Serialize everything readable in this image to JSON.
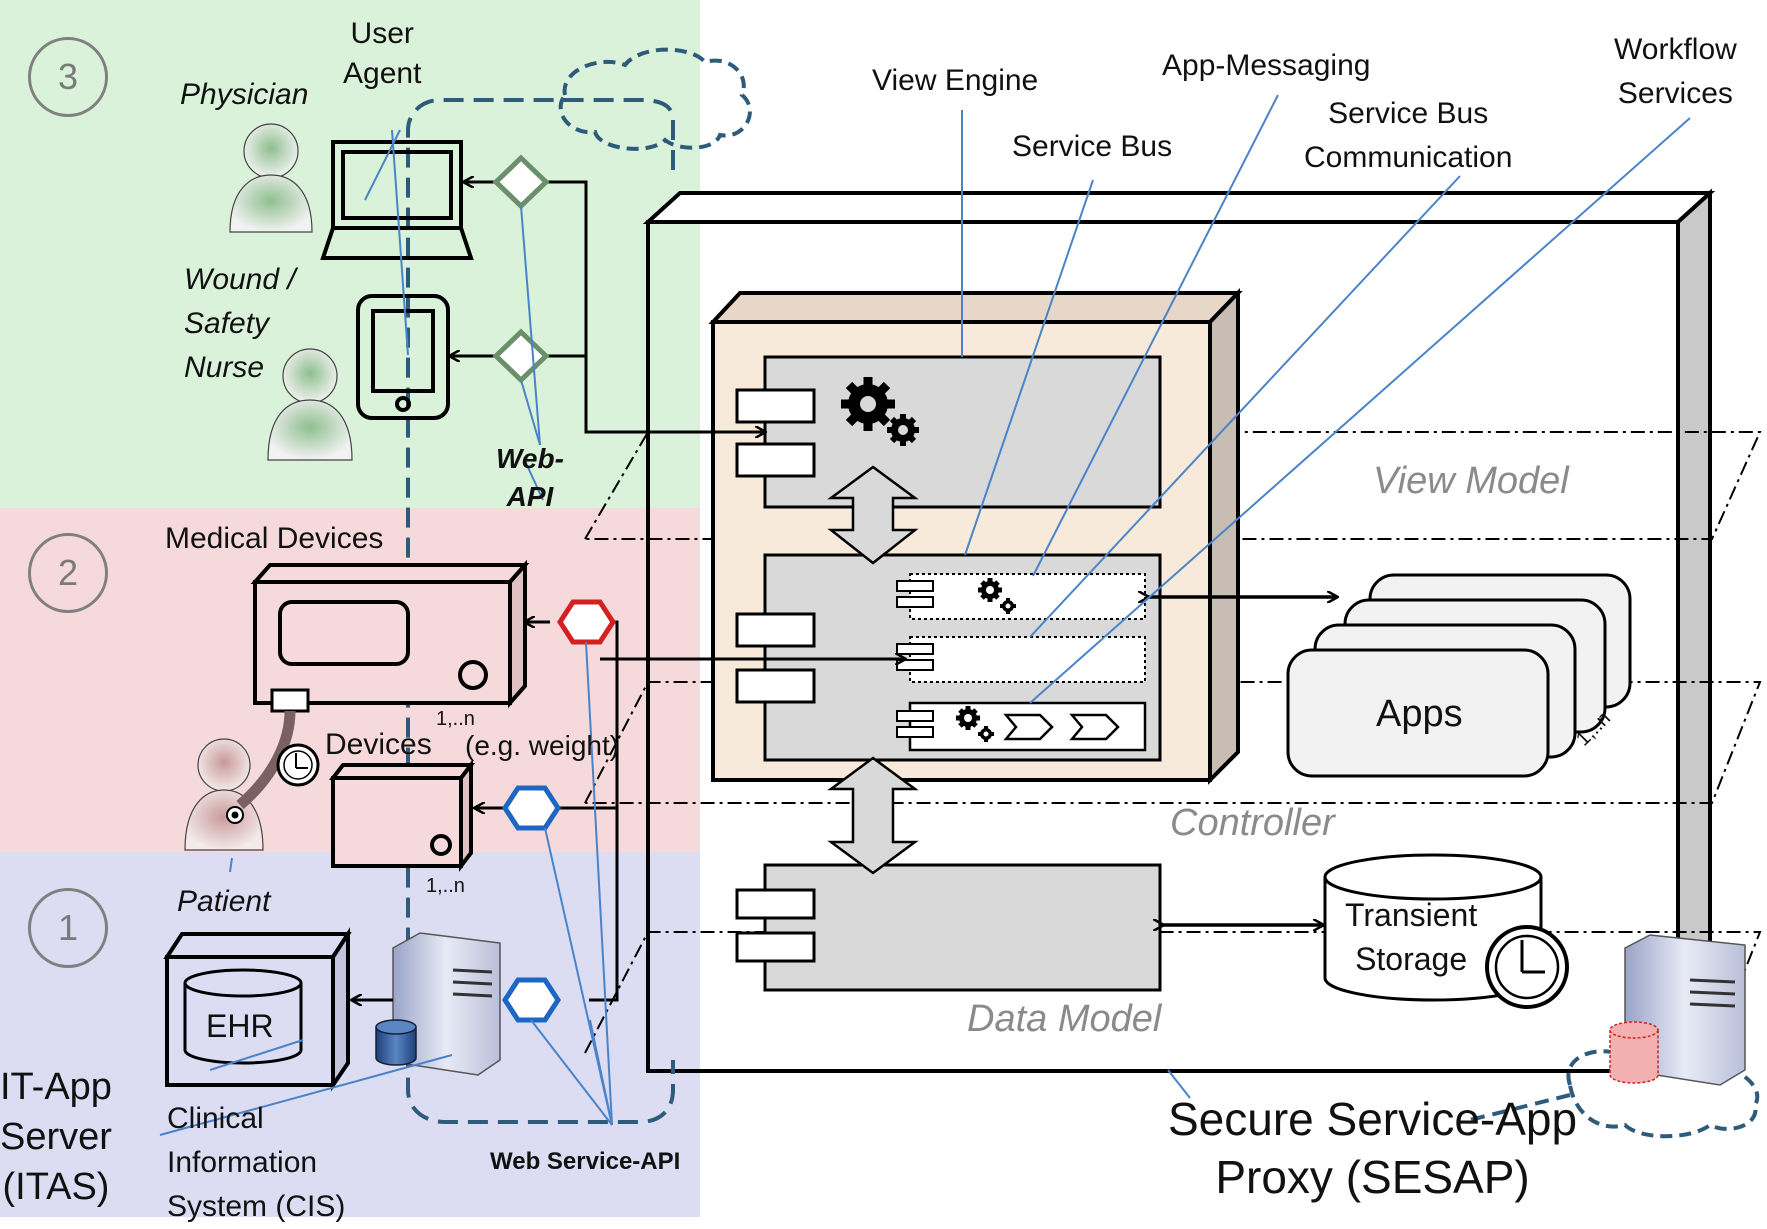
{
  "zones": [
    {
      "number": "3",
      "color": "#d9f2d9"
    },
    {
      "number": "2",
      "color": "#f6d9db"
    },
    {
      "number": "1",
      "color": "#dcdcf3"
    }
  ],
  "actors": {
    "user_agent": "User\nAgent",
    "physician": "Physician",
    "nurse": "Wound /\nSafety\nNurse",
    "patient": "Patient"
  },
  "web_api": "Web-\nAPI",
  "web_service_api": "Web Service-API",
  "medical_devices": "Medical Devices",
  "devices": "Devices",
  "devices_example": "(e.g. weight)",
  "multiplicity": "1,..n",
  "ehr": "EHR",
  "cis": "Clinical\nInformation\nSystem (CIS)",
  "itas": "IT-App\nServer\n(ITAS)",
  "sesap": {
    "callouts": {
      "view_engine": "View  Engine",
      "service_bus": "Service Bus",
      "app_messaging": "App-Messaging",
      "service_bus_comm": "Service Bus\nCommunication",
      "workflow": "Workflow\nServices"
    },
    "layers": {
      "view_model": "View Model",
      "controller": "Controller",
      "data_model": "Data Model"
    },
    "apps": "Apps",
    "transient_storage": "Transient\nStorage",
    "title": "Secure Service-App\nProxy (SESAP)"
  },
  "colors": {
    "zone3": "#d9f2d9",
    "zone2": "#f6d9db",
    "zone1": "#dcdcf3",
    "hex_red": "#d42020",
    "hex_blue": "#1e66c4",
    "diamond_green": "#6a8f6a",
    "cloud_blue": "#2e5b7a",
    "callout_line": "#4a84c8",
    "core_fill": "#f8eadb"
  }
}
